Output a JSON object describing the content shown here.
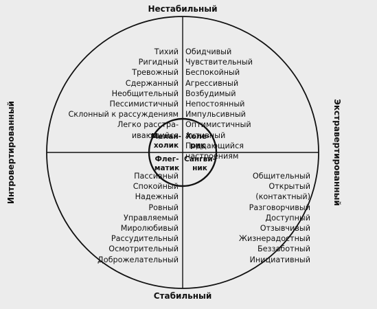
{
  "axes": {
    "top": "Нестабильный",
    "bottom": "Стабильный",
    "left": "Интровертированный",
    "right": "Экстравертированный"
  },
  "quadrants": {
    "top_left": [
      "Тихий",
      "Ригидный",
      "Тревожный",
      "Сдержанный",
      "Необщительный",
      "Пессимистичный",
      "Склонный к рассуждениям",
      "Легко расстра-",
      "ивающийся"
    ],
    "top_right": [
      "Обидчивый",
      "Чувствительный",
      "Беспокойный",
      "Агрессивный",
      "Возбудимый",
      "Непостоянный",
      "Импульсивный",
      "Оптимистичный",
      "Активный",
      "Поддающийся",
      "настроениям"
    ],
    "bottom_left": [
      "Пассивный",
      "Спокойный",
      "Надежный",
      "Ровный",
      "Управляемый",
      "Миролюбивый",
      "Рассудительный",
      "Осмотрительный",
      "Доброжелательный"
    ],
    "bottom_right": [
      "Общительный",
      "Открытый",
      "(контактный)",
      "Разговорчивый",
      "Доступный",
      "Отзывчивый",
      "Жизнерадостный",
      "Беззаботный",
      "Инициативный"
    ]
  },
  "temperaments": {
    "melancholic": [
      "Мелан-",
      "холик"
    ],
    "choleric": [
      "Холе-",
      "рик"
    ],
    "phlegmatic": [
      "Флег-",
      "матик"
    ],
    "sanguine": [
      "Сангви-",
      "ник"
    ]
  }
}
